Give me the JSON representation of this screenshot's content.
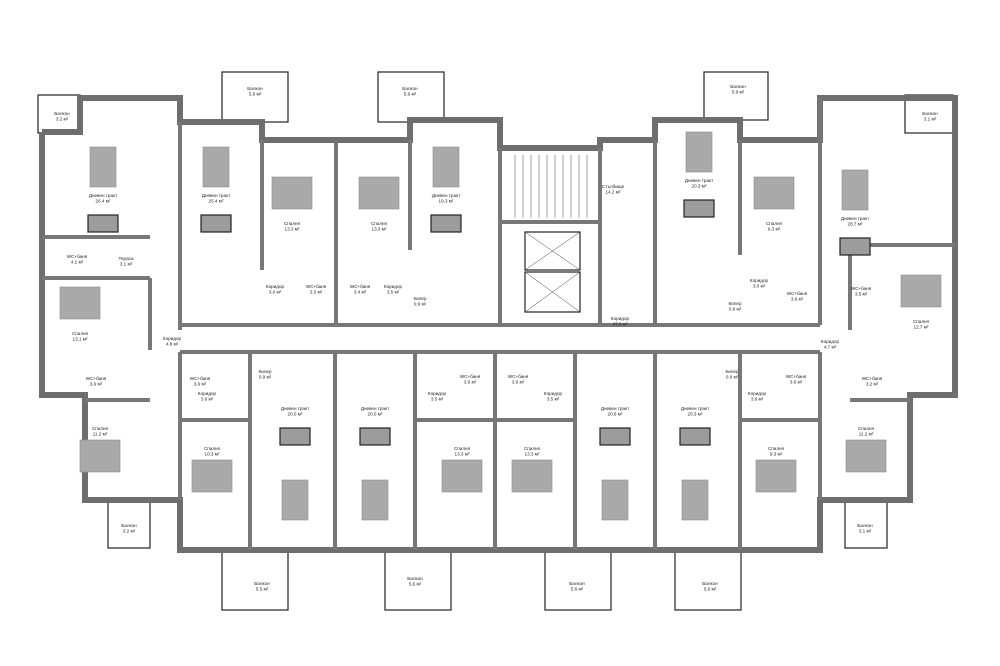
{
  "plan": {
    "rooms": [
      {
        "name": "Балкон",
        "area": "3.2 м²"
      },
      {
        "name": "Балкон",
        "area": "5.6 м²"
      },
      {
        "name": "Балкон",
        "area": "5.6 м²"
      },
      {
        "name": "Балкон",
        "area": "5.9 м²"
      },
      {
        "name": "Балкон",
        "area": "3.1 м²"
      },
      {
        "name": "Дневен тракт",
        "area": "26.4 м²"
      },
      {
        "name": "Дневен тракт",
        "area": "25.4 м²"
      },
      {
        "name": "Спалня",
        "area": "13.3 м²"
      },
      {
        "name": "Спалня",
        "area": "13.3 м²"
      },
      {
        "name": "Дневен тракт",
        "area": "19.3 м²"
      },
      {
        "name": "Стълбище",
        "area": "14.2 м²"
      },
      {
        "name": "Дневен тракт",
        "area": "20.3 м²"
      },
      {
        "name": "Спалня",
        "area": "9.3 м²"
      },
      {
        "name": "Дневен тракт",
        "area": "28.7 м²"
      },
      {
        "name": "WC+баня",
        "area": "4.1 м²"
      },
      {
        "name": "Тераса",
        "area": "3.1 м²"
      },
      {
        "name": "Спалня",
        "area": "13.1 м²"
      },
      {
        "name": "Коридор",
        "area": "4.8 м²"
      },
      {
        "name": "Коридор",
        "area": "3.0 м²"
      },
      {
        "name": "WC+баня",
        "area": "3.5 м²"
      },
      {
        "name": "WC+баня",
        "area": "3.4 м²"
      },
      {
        "name": "Коридор",
        "area": "3.5 м²"
      },
      {
        "name": "Килер",
        "area": "0.9 м²"
      },
      {
        "name": "Коридор",
        "area": "47.0 м²"
      },
      {
        "name": "Коридор",
        "area": "3.0 м²"
      },
      {
        "name": "Килер",
        "area": "0.9 м²"
      },
      {
        "name": "WC+баня",
        "area": "3.6 м²"
      },
      {
        "name": "WC+баня",
        "area": "3.5 м²"
      },
      {
        "name": "Спалня",
        "area": "12.7 м²"
      },
      {
        "name": "Коридор",
        "area": "4.7 м²"
      },
      {
        "name": "WC+баня",
        "area": "3.6 м²"
      },
      {
        "name": "Спалня",
        "area": "11.2 м²"
      },
      {
        "name": "Балкон",
        "area": "3.2 м²"
      },
      {
        "name": "WC+баня",
        "area": "3.6 м²"
      },
      {
        "name": "Коридор",
        "area": "3.6 м²"
      },
      {
        "name": "Килер",
        "area": "0.9 м²"
      },
      {
        "name": "Дневен тракт",
        "area": "20.0 м²"
      },
      {
        "name": "Спалня",
        "area": "10.3 м²"
      },
      {
        "name": "Дневен тракт",
        "area": "20.0 м²"
      },
      {
        "name": "Коридор",
        "area": "3.5 м²"
      },
      {
        "name": "WC+баня",
        "area": "3.6 м²"
      },
      {
        "name": "Спалня",
        "area": "13.3 м²"
      },
      {
        "name": "Балкон",
        "area": "5.5 м²"
      },
      {
        "name": "Балкон",
        "area": "5.6 м²"
      },
      {
        "name": "WC+баня",
        "area": "3.6 м²"
      },
      {
        "name": "Коридор",
        "area": "3.5 м²"
      },
      {
        "name": "Спалня",
        "area": "13.3 м²"
      },
      {
        "name": "Дневен тракт",
        "area": "20.6 м²"
      },
      {
        "name": "Дневен тракт",
        "area": "20.3 м²"
      },
      {
        "name": "Килер",
        "area": "0.9 м²"
      },
      {
        "name": "Коридор",
        "area": "3.6 м²"
      },
      {
        "name": "WC+баня",
        "area": "3.6 м²"
      },
      {
        "name": "Спалня",
        "area": "9.3 м²"
      },
      {
        "name": "WC+баня",
        "area": "3.2 м²"
      },
      {
        "name": "Спалня",
        "area": "11.2 м²"
      },
      {
        "name": "Балкон",
        "area": "5.6 м²"
      },
      {
        "name": "Балкон",
        "area": "5.6 м²"
      },
      {
        "name": "Балкон",
        "area": "3.1 м²"
      }
    ]
  }
}
